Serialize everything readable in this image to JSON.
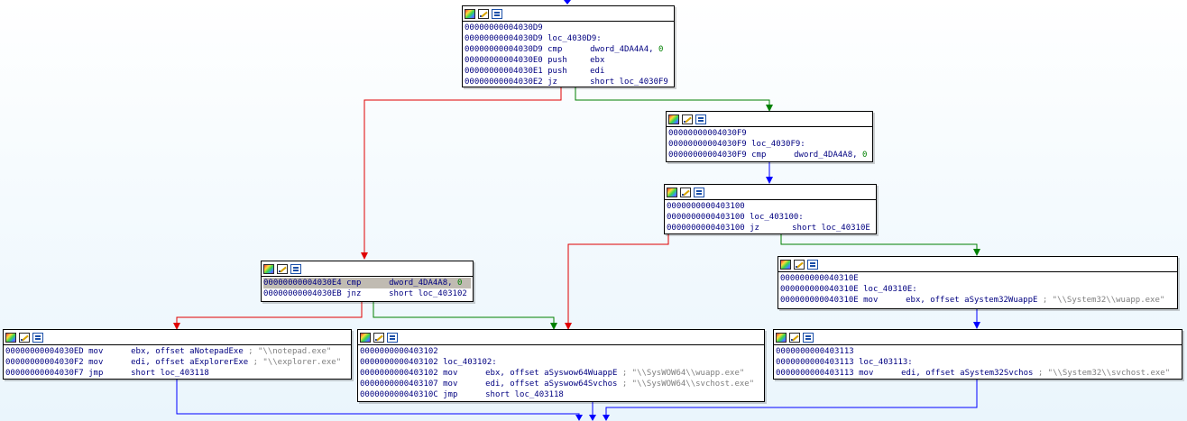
{
  "graph": {
    "colors": {
      "edge_true": "#008000",
      "edge_false": "#e00000",
      "edge_unconditional": "#0000ff",
      "node_border": "#000000",
      "text": "#000080",
      "number": "#008000",
      "comment": "#7f7f7f",
      "selected_line": "#c0bbb2"
    },
    "header_icons": [
      "color-palette-icon",
      "edit-pencil-icon",
      "graph-overview-icon"
    ],
    "nodes": [
      {
        "id": "n_4030D9",
        "lines": [
          {
            "addr": "00000000004030D9",
            "mn": "",
            "op": "",
            "num": "",
            "cm": "",
            "label": ""
          },
          {
            "addr": "00000000004030D9",
            "mn": "",
            "op": "",
            "num": "",
            "cm": "",
            "label": "loc_4030D9:"
          },
          {
            "addr": "00000000004030D9",
            "mn": "cmp",
            "op": "dword_4DA4A4, ",
            "num": "0",
            "cm": "",
            "label": ""
          },
          {
            "addr": "00000000004030E0",
            "mn": "push",
            "op": "ebx",
            "num": "",
            "cm": "",
            "label": ""
          },
          {
            "addr": "00000000004030E1",
            "mn": "push",
            "op": "edi",
            "num": "",
            "cm": "",
            "label": ""
          },
          {
            "addr": "00000000004030E2",
            "mn": "jz",
            "op": "short loc_4030F9",
            "num": "",
            "cm": "",
            "label": ""
          }
        ]
      },
      {
        "id": "n_4030F9",
        "lines": [
          {
            "addr": "00000000004030F9",
            "mn": "",
            "op": "",
            "num": "",
            "cm": "",
            "label": ""
          },
          {
            "addr": "00000000004030F9",
            "mn": "",
            "op": "",
            "num": "",
            "cm": "",
            "label": "loc_4030F9:"
          },
          {
            "addr": "00000000004030F9",
            "mn": "cmp",
            "op": "dword_4DA4A8, ",
            "num": "0",
            "cm": "",
            "label": ""
          }
        ]
      },
      {
        "id": "n_403100",
        "lines": [
          {
            "addr": "0000000000403100",
            "mn": "",
            "op": "",
            "num": "",
            "cm": "",
            "label": ""
          },
          {
            "addr": "0000000000403100",
            "mn": "",
            "op": "",
            "num": "",
            "cm": "",
            "label": "loc_403100:"
          },
          {
            "addr": "0000000000403100",
            "mn": "jz",
            "op": "short loc_40310E",
            "num": "",
            "cm": "",
            "label": ""
          }
        ]
      },
      {
        "id": "n_4030E4",
        "lines": [
          {
            "addr": "00000000004030E4",
            "mn": "cmp",
            "op": "dword_4DA4A8, ",
            "num": "0",
            "cm": "",
            "label": "",
            "selected": true
          },
          {
            "addr": "00000000004030EB",
            "mn": "jnz",
            "op": "short loc_403102",
            "num": "",
            "cm": "",
            "label": ""
          }
        ]
      },
      {
        "id": "n_40310E",
        "lines": [
          {
            "addr": "000000000040310E",
            "mn": "",
            "op": "",
            "num": "",
            "cm": "",
            "label": ""
          },
          {
            "addr": "000000000040310E",
            "mn": "",
            "op": "",
            "num": "",
            "cm": "",
            "label": "loc_40310E:"
          },
          {
            "addr": "000000000040310E",
            "mn": "mov",
            "op": "ebx, offset aSystem32WuappE ",
            "num": "",
            "cm": "; \"\\\\System32\\\\wuapp.exe\"",
            "label": ""
          }
        ]
      },
      {
        "id": "n_4030ED",
        "lines": [
          {
            "addr": "00000000004030ED",
            "mn": "mov",
            "op": "ebx, offset aNotepadExe ",
            "num": "",
            "cm": "; \"\\\\notepad.exe\"",
            "label": ""
          },
          {
            "addr": "00000000004030F2",
            "mn": "mov",
            "op": "edi, offset aExplorerExe ",
            "num": "",
            "cm": "; \"\\\\explorer.exe\"",
            "label": ""
          },
          {
            "addr": "00000000004030F7",
            "mn": "jmp",
            "op": "short loc_403118",
            "num": "",
            "cm": "",
            "label": ""
          }
        ]
      },
      {
        "id": "n_403102",
        "lines": [
          {
            "addr": "0000000000403102",
            "mn": "",
            "op": "",
            "num": "",
            "cm": "",
            "label": ""
          },
          {
            "addr": "0000000000403102",
            "mn": "",
            "op": "",
            "num": "",
            "cm": "",
            "label": "loc_403102:"
          },
          {
            "addr": "0000000000403102",
            "mn": "mov",
            "op": "ebx, offset aSyswow64WuappE ",
            "num": "",
            "cm": "; \"\\\\SysWOW64\\\\wuapp.exe\"",
            "label": ""
          },
          {
            "addr": "0000000000403107",
            "mn": "mov",
            "op": "edi, offset aSyswow64Svchos ",
            "num": "",
            "cm": "; \"\\\\SysWOW64\\\\svchost.exe\"",
            "label": ""
          },
          {
            "addr": "000000000040310C",
            "mn": "jmp",
            "op": "short loc_403118",
            "num": "",
            "cm": "",
            "label": ""
          }
        ]
      },
      {
        "id": "n_403113",
        "lines": [
          {
            "addr": "0000000000403113",
            "mn": "",
            "op": "",
            "num": "",
            "cm": "",
            "label": ""
          },
          {
            "addr": "0000000000403113",
            "mn": "",
            "op": "",
            "num": "",
            "cm": "",
            "label": "loc_403113:"
          },
          {
            "addr": "0000000000403113",
            "mn": "mov",
            "op": "edi, offset aSystem32Svchos ",
            "num": "",
            "cm": "; \"\\\\System32\\\\svchost.exe\"",
            "label": ""
          }
        ]
      }
    ]
  }
}
